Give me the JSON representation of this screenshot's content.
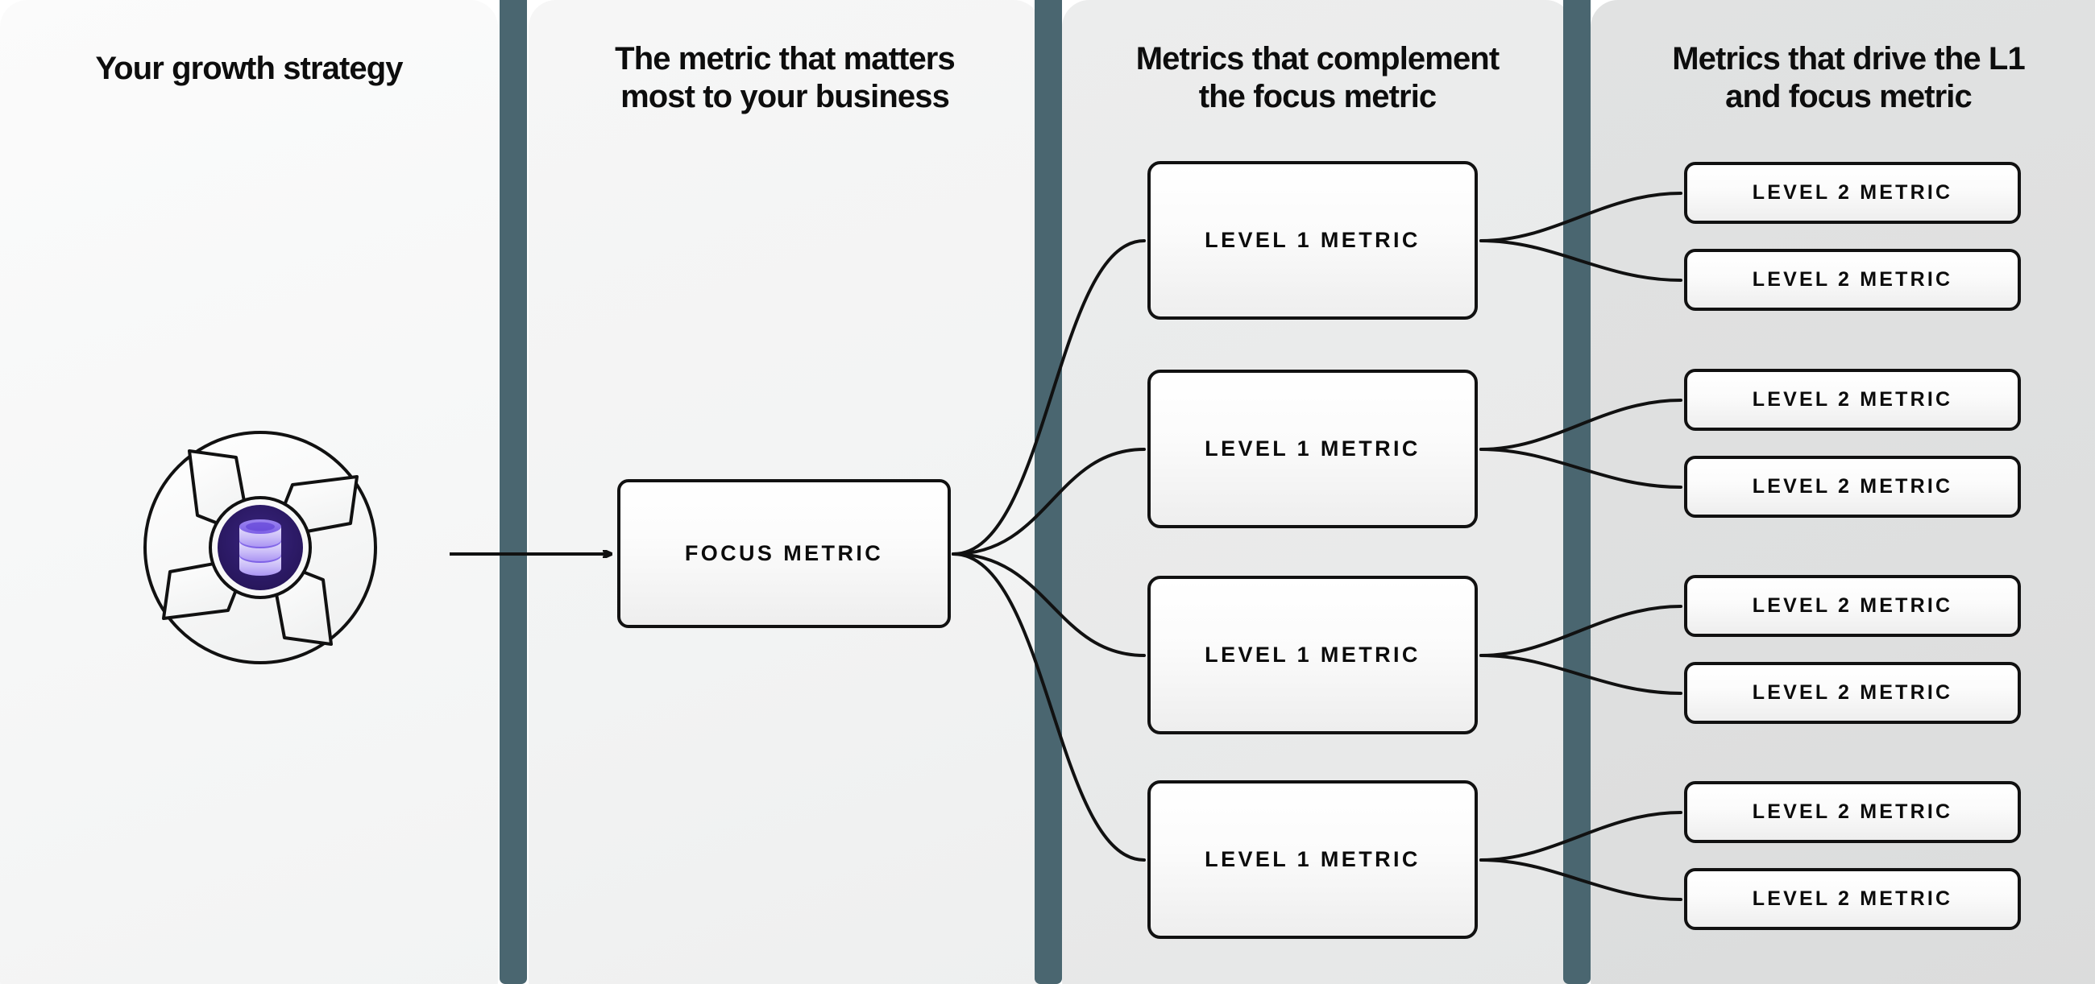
{
  "diagram": {
    "title": "Metric tree / growth strategy framework",
    "columns": [
      {
        "heading": "Your growth strategy"
      },
      {
        "heading": "The metric that matters\nmost to your business"
      },
      {
        "heading": "Metrics that complement\nthe focus metric"
      },
      {
        "heading": "Metrics that drive the L1\nand focus metric"
      }
    ],
    "logo": {
      "icon_name": "database-icon",
      "shutter_icon_name": "aperture-shutter-icon",
      "core_color": "#2d1b69",
      "icon_color": "#b6a4f2"
    },
    "focus_node": {
      "label": "FOCUS METRIC"
    },
    "level1_nodes": [
      {
        "label": "LEVEL 1 METRIC"
      },
      {
        "label": "LEVEL 1 METRIC"
      },
      {
        "label": "LEVEL 1 METRIC"
      },
      {
        "label": "LEVEL 1 METRIC"
      }
    ],
    "level2_nodes": [
      {
        "label": "LEVEL 2 METRIC"
      },
      {
        "label": "LEVEL 2 METRIC"
      },
      {
        "label": "LEVEL 2 METRIC"
      },
      {
        "label": "LEVEL 2 METRIC"
      },
      {
        "label": "LEVEL 2 METRIC"
      },
      {
        "label": "LEVEL 2 METRIC"
      },
      {
        "label": "LEVEL 2 METRIC"
      },
      {
        "label": "LEVEL 2 METRIC"
      }
    ],
    "colors": {
      "separator": "#4a6670",
      "stroke": "#111111",
      "panel_1": "#f7f8f8",
      "panel_2": "#f2f3f3",
      "panel_3": "#e9eaea",
      "panel_4": "#dedfdf",
      "accent_purple": "#6d4ae0"
    }
  }
}
